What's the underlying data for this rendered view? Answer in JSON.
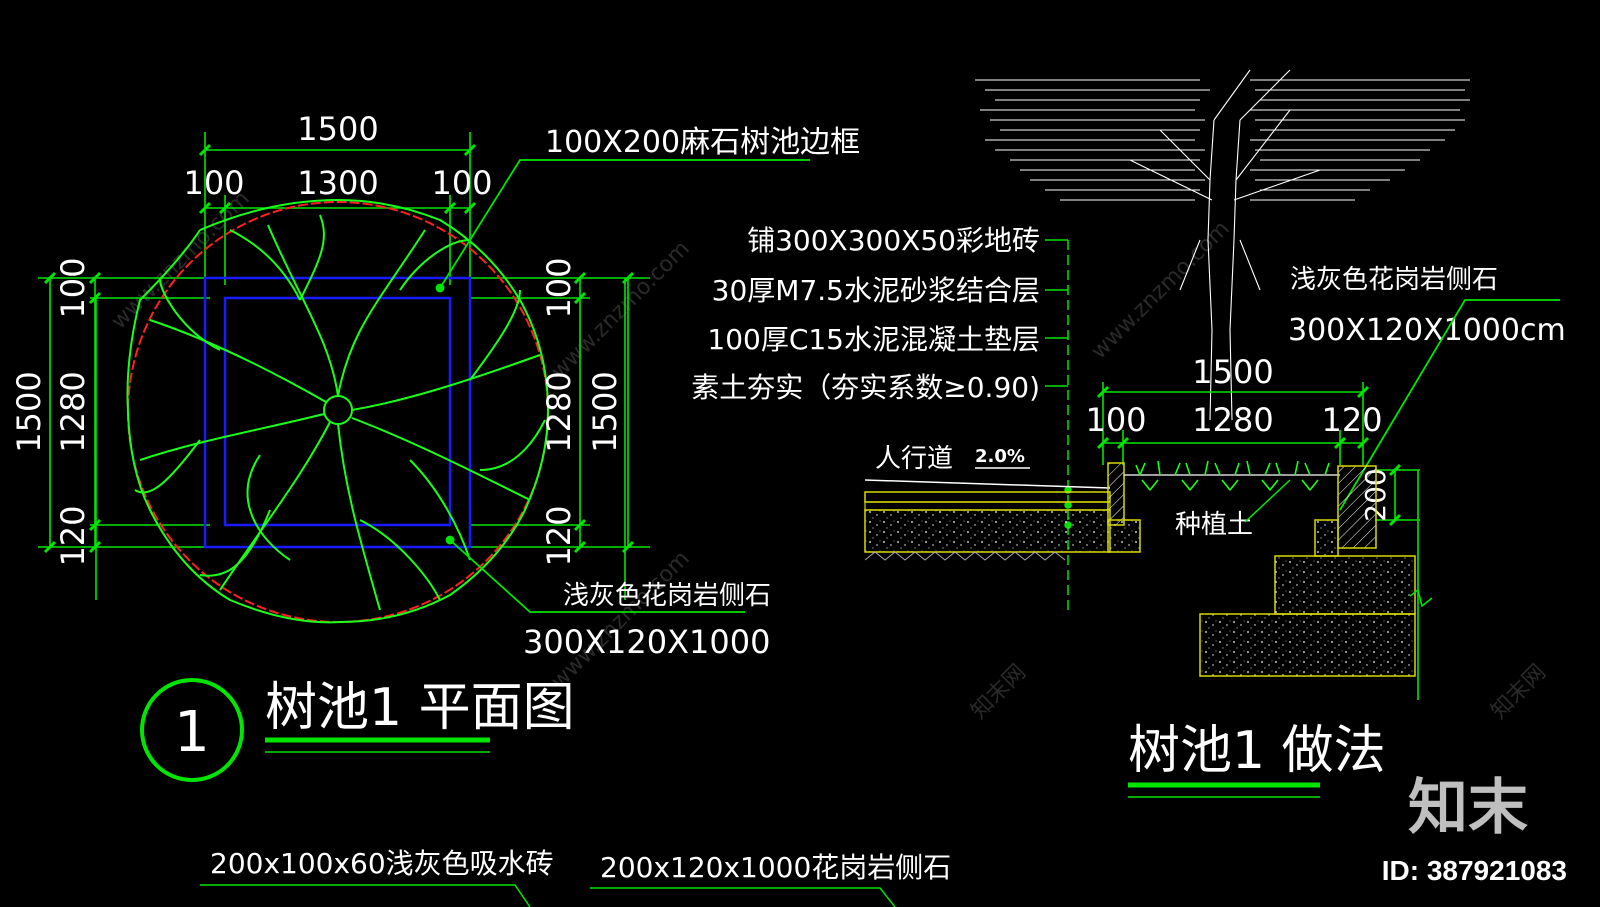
{
  "plan": {
    "dims": {
      "top_total": "1500",
      "top_left": "100",
      "top_mid": "1300",
      "top_right": "100",
      "left_total": "1500",
      "left_top": "100",
      "left_mid": "1280",
      "left_bottom": "120",
      "right_top": "100",
      "right_mid": "1280",
      "right_bottom": "120",
      "right_total": "1500"
    },
    "callout_frame": "100X200麻石树池边框",
    "callout_curb_name": "浅灰色花岗岩侧石",
    "callout_curb_size": "300X120X1000",
    "title_number": "1",
    "title": "树池1 平面图"
  },
  "section": {
    "layers": [
      "铺300X300X50彩地砖",
      "30厚M7.5水泥砂浆结合层",
      "100厚C15水泥混凝土垫层",
      "素土夯实（夯实系数≥0.90)"
    ],
    "curb_name": "浅灰色花岗岩侧石",
    "curb_size": "300X120X1000cm",
    "dims": {
      "total": "1500",
      "left": "100",
      "mid": "1280",
      "right": "120",
      "curb_height": "200"
    },
    "sidewalk": "人行道",
    "slope": "2.0%",
    "soil": "种植土",
    "title": "树池1 做法"
  },
  "notes": {
    "brick": "200x100x60浅灰色吸水砖",
    "curb": "200x120x1000花岗岩侧石"
  },
  "watermark": {
    "text": "www.znzmo.com",
    "brand": "知末网",
    "logo": "知末",
    "id": "ID: 387921083"
  },
  "colors": {
    "background": "#000000",
    "dimension_line": "#00e600",
    "tree": "#1aff1a",
    "tree_circle": "#ff2020",
    "pit_frame": "#1a1aff",
    "label_text": "#ffffff",
    "concrete": "#d8d800"
  }
}
